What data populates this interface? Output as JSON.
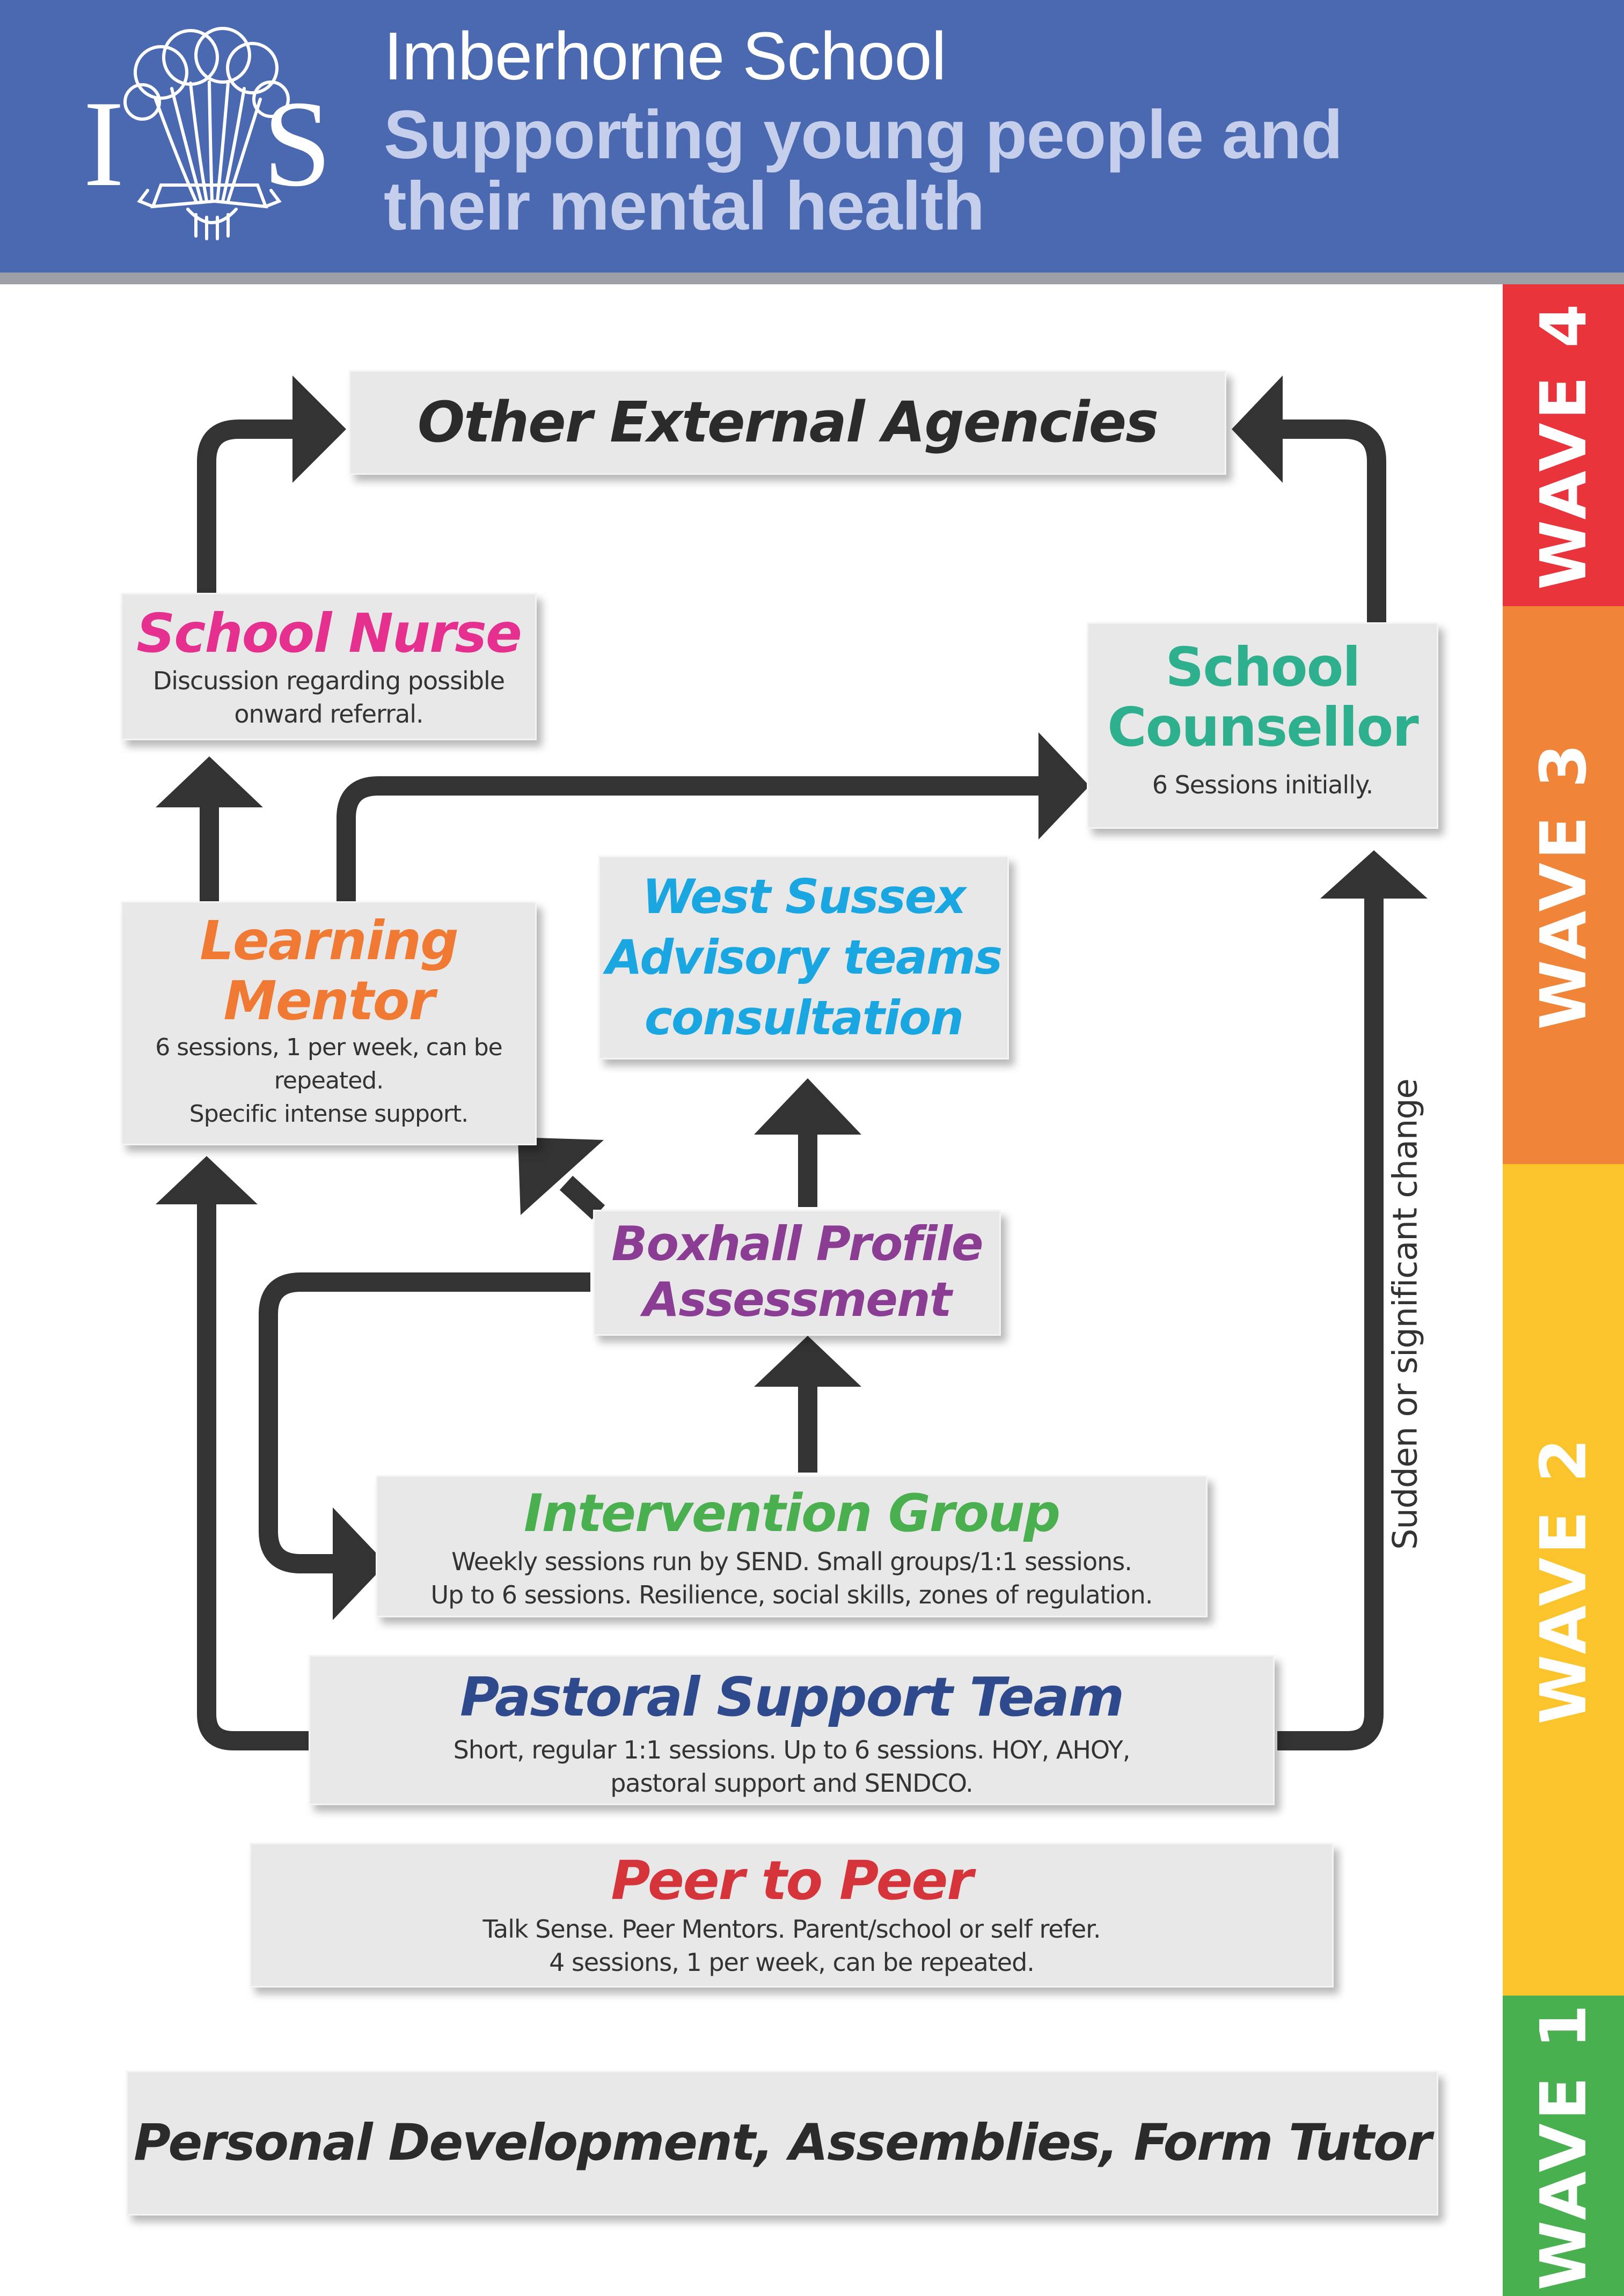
{
  "header": {
    "school_name": "Imberhorne School",
    "subtitle": "Supporting young people and their mental health",
    "logo_icon": "school-crest-icon",
    "colors": {
      "background": "#4a69b1",
      "subtitle": "#c5cfeb"
    }
  },
  "waves": [
    {
      "label": "WAVE 4",
      "color": "#e8343a"
    },
    {
      "label": "WAVE 3",
      "color": "#f08438"
    },
    {
      "label": "WAVE 2",
      "color": "#fcc42c"
    },
    {
      "label": "WAVE 1",
      "color": "#48b04f"
    }
  ],
  "nodes": {
    "external_agencies": {
      "title": "Other External Agencies",
      "color": "#2b2b2b"
    },
    "school_nurse": {
      "title": "School Nurse",
      "description": "Discussion regarding possible\nonward referral.",
      "color": "#e5308f"
    },
    "school_counsellor": {
      "title": "School\nCounsellor",
      "description": "6 Sessions initially.",
      "color": "#2eb08e"
    },
    "west_sussex": {
      "title": "West Sussex\nAdvisory teams\nconsultation",
      "color": "#1aa6e0"
    },
    "learning_mentor": {
      "title": "Learning\nMentor",
      "description": "6 sessions, 1 per week, can be\nrepeated.\nSpecific intense support.",
      "color": "#f07a34"
    },
    "boxhall": {
      "title": "Boxhall Profile\nAssessment",
      "color": "#8b3d94"
    },
    "intervention_group": {
      "title": "Intervention Group",
      "description": "Weekly sessions run by SEND. Small groups/1:1 sessions.\nUp to 6 sessions. Resilience, social skills, zones of regulation.",
      "color": "#4aaf4e"
    },
    "pastoral_support": {
      "title": "Pastoral Support Team",
      "description": "Short, regular 1:1 sessions. Up to 6 sessions. HOY, AHOY,\npastoral support and SENDCO.",
      "color": "#2f4a8c"
    },
    "peer_to_peer": {
      "title": "Peer to Peer",
      "description": "Talk Sense. Peer Mentors. Parent/school or self refer.\n4 sessions, 1 per week, can be repeated.",
      "color": "#d4343a"
    },
    "personal_development": {
      "title": "Personal Development, Assemblies, Form Tutor",
      "color": "#2b2b2b"
    }
  },
  "side_label": "Sudden or significant change",
  "arrow_color": "#333333"
}
